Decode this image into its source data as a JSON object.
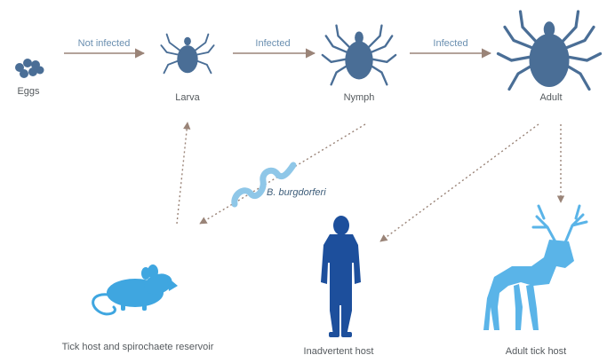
{
  "stages": {
    "eggs": "Eggs",
    "larva": "Larva",
    "nymph": "Nymph",
    "adult": "Adult"
  },
  "transitions": {
    "eggs_to_larva": "Not infected",
    "larva_to_nymph": "Infected",
    "nymph_to_adult": "Infected"
  },
  "pathogen": "B. burgdorferi",
  "hosts": {
    "rodent": "Tick host and spirochaete reservoir",
    "human": "Inadvertent host",
    "deer": "Adult tick host"
  },
  "colors": {
    "tick": "#4a6e96",
    "rodent": "#3fa6e0",
    "human": "#1d4f9c",
    "deer": "#5ab4e8",
    "bacterium": "#8fc7e8",
    "arrow": "#a08a80"
  }
}
